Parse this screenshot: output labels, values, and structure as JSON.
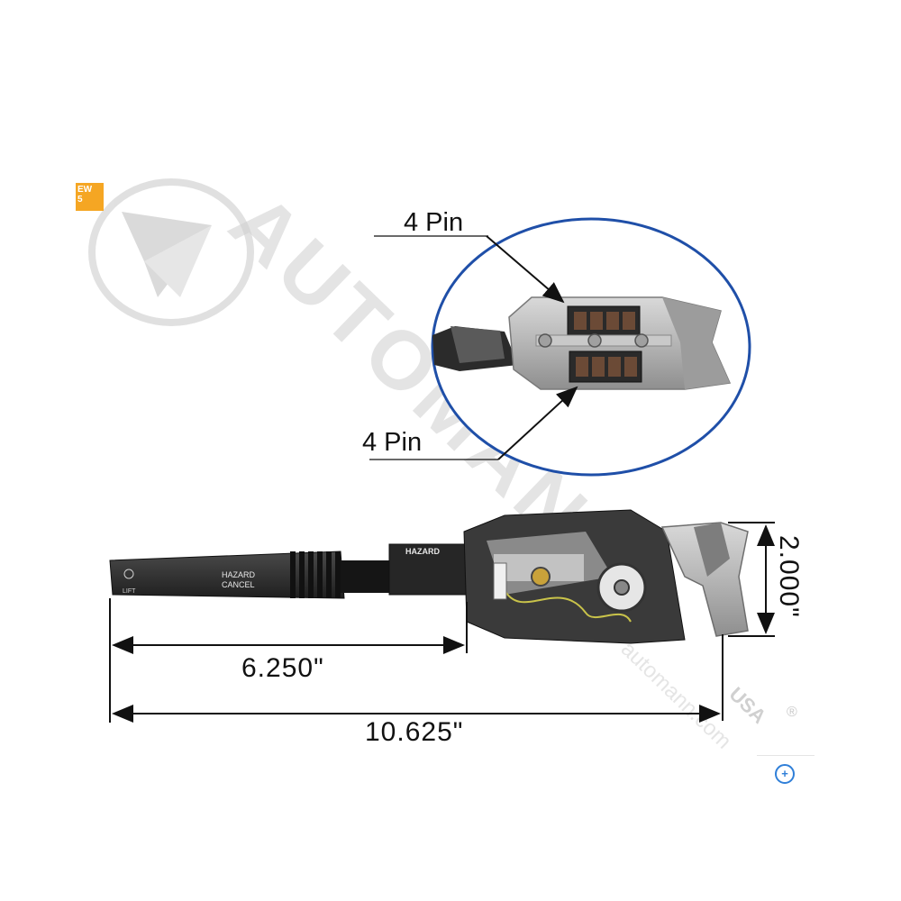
{
  "watermark": {
    "brand": "AUTOMANN",
    "suffix": "USA",
    "registered": "®",
    "url": "automann.com"
  },
  "badge": {
    "text_line1": "EW",
    "text_line2": "5",
    "color": "#f5a623"
  },
  "detail_callout": {
    "upper_label": "4 Pin",
    "lower_label": "4 Pin",
    "circle_color": "#1f4fa8"
  },
  "switch": {
    "hazard_label": "HAZARD",
    "lever_text_1": "HAZARD",
    "lever_text_2": "CANCEL",
    "lever_text_small": "LIFT"
  },
  "dimensions": {
    "lever_length": "6.250\"",
    "overall_length": "10.625\"",
    "height": "2.000\""
  },
  "zoom_button": {
    "icon": "zoom-in-icon"
  }
}
